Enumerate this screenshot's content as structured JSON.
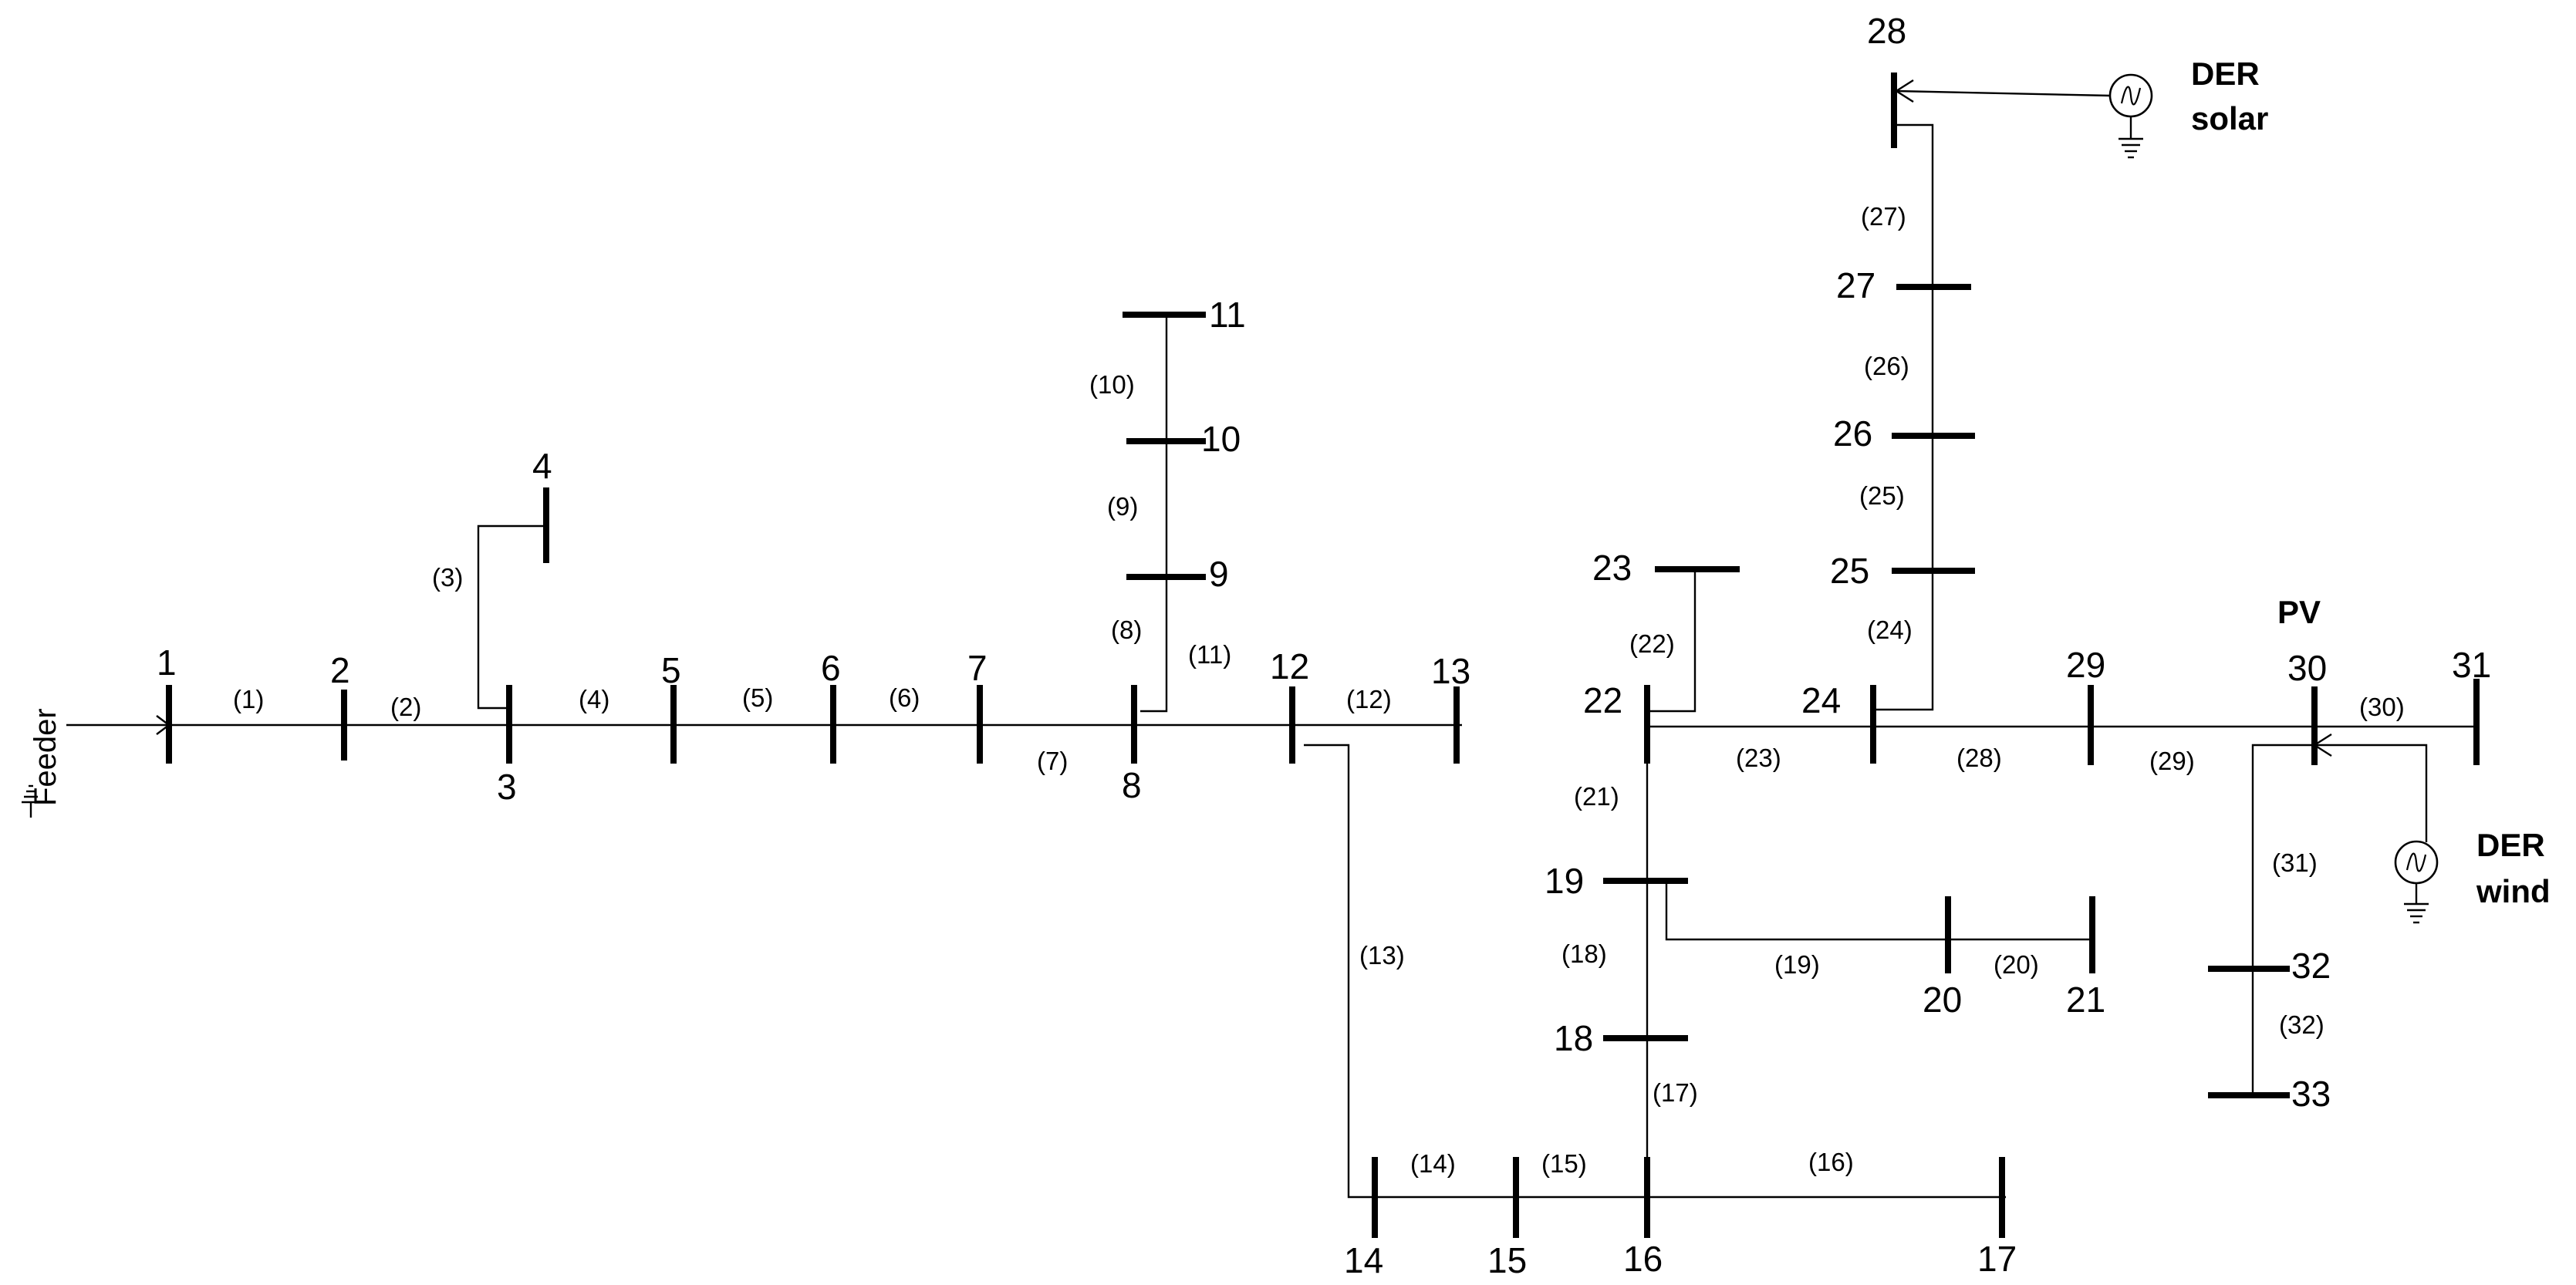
{
  "feeder": {
    "label": "Feeder"
  },
  "buses": [
    {
      "id": "1",
      "label": "1"
    },
    {
      "id": "2",
      "label": "2"
    },
    {
      "id": "3",
      "label": "3"
    },
    {
      "id": "4",
      "label": "4"
    },
    {
      "id": "5",
      "label": "5"
    },
    {
      "id": "6",
      "label": "6"
    },
    {
      "id": "7",
      "label": "7"
    },
    {
      "id": "8",
      "label": "8"
    },
    {
      "id": "9",
      "label": "9"
    },
    {
      "id": "10",
      "label": "10"
    },
    {
      "id": "11",
      "label": "11"
    },
    {
      "id": "12",
      "label": "12"
    },
    {
      "id": "13",
      "label": "13"
    },
    {
      "id": "14",
      "label": "14"
    },
    {
      "id": "15",
      "label": "15"
    },
    {
      "id": "16",
      "label": "16"
    },
    {
      "id": "17",
      "label": "17"
    },
    {
      "id": "18",
      "label": "18"
    },
    {
      "id": "19",
      "label": "19"
    },
    {
      "id": "20",
      "label": "20"
    },
    {
      "id": "21",
      "label": "21"
    },
    {
      "id": "22",
      "label": "22"
    },
    {
      "id": "23",
      "label": "23"
    },
    {
      "id": "24",
      "label": "24"
    },
    {
      "id": "25",
      "label": "25"
    },
    {
      "id": "26",
      "label": "26"
    },
    {
      "id": "27",
      "label": "27"
    },
    {
      "id": "28",
      "label": "28"
    },
    {
      "id": "29",
      "label": "29"
    },
    {
      "id": "30",
      "label": "30"
    },
    {
      "id": "31",
      "label": "31"
    },
    {
      "id": "32",
      "label": "32"
    },
    {
      "id": "33",
      "label": "33"
    }
  ],
  "branches": [
    {
      "id": "1",
      "label": "(1)",
      "from": "1",
      "to": "2"
    },
    {
      "id": "2",
      "label": "(2)",
      "from": "2",
      "to": "3"
    },
    {
      "id": "3",
      "label": "(3)",
      "from": "3",
      "to": "4"
    },
    {
      "id": "4",
      "label": "(4)",
      "from": "3",
      "to": "5"
    },
    {
      "id": "5",
      "label": "(5)",
      "from": "5",
      "to": "6"
    },
    {
      "id": "6",
      "label": "(6)",
      "from": "6",
      "to": "7"
    },
    {
      "id": "7",
      "label": "(7)",
      "from": "7",
      "to": "8"
    },
    {
      "id": "8",
      "label": "(8)",
      "from": "8",
      "to": "9"
    },
    {
      "id": "9",
      "label": "(9)",
      "from": "9",
      "to": "10"
    },
    {
      "id": "10",
      "label": "(10)",
      "from": "10",
      "to": "11"
    },
    {
      "id": "11",
      "label": "(11)",
      "from": "8",
      "to": "12"
    },
    {
      "id": "12",
      "label": "(12)",
      "from": "12",
      "to": "13"
    },
    {
      "id": "13",
      "label": "(13)",
      "from": "12",
      "to": "14"
    },
    {
      "id": "14",
      "label": "(14)",
      "from": "14",
      "to": "15"
    },
    {
      "id": "15",
      "label": "(15)",
      "from": "15",
      "to": "16"
    },
    {
      "id": "16",
      "label": "(16)",
      "from": "16",
      "to": "17"
    },
    {
      "id": "17",
      "label": "(17)",
      "from": "16",
      "to": "18"
    },
    {
      "id": "18",
      "label": "(18)",
      "from": "18",
      "to": "19"
    },
    {
      "id": "19",
      "label": "(19)",
      "from": "19",
      "to": "20"
    },
    {
      "id": "20",
      "label": "(20)",
      "from": "20",
      "to": "21"
    },
    {
      "id": "21",
      "label": "(21)",
      "from": "19",
      "to": "22"
    },
    {
      "id": "22",
      "label": "(22)",
      "from": "22",
      "to": "23"
    },
    {
      "id": "23",
      "label": "(23)",
      "from": "22",
      "to": "24"
    },
    {
      "id": "24",
      "label": "(24)",
      "from": "24",
      "to": "25"
    },
    {
      "id": "25",
      "label": "(25)",
      "from": "25",
      "to": "26"
    },
    {
      "id": "26",
      "label": "(26)",
      "from": "26",
      "to": "27"
    },
    {
      "id": "27",
      "label": "(27)",
      "from": "27",
      "to": "28"
    },
    {
      "id": "28",
      "label": "(28)",
      "from": "24",
      "to": "29"
    },
    {
      "id": "29",
      "label": "(29)",
      "from": "29",
      "to": "30"
    },
    {
      "id": "30",
      "label": "(30)",
      "from": "30",
      "to": "31"
    },
    {
      "id": "31",
      "label": "(31)",
      "from": "30",
      "to": "32"
    },
    {
      "id": "32",
      "label": "(32)",
      "from": "32",
      "to": "33"
    }
  ],
  "generators": [
    {
      "id": "solar",
      "line1": "DER",
      "line2": "solar",
      "bus": "28",
      "icon": "ac-generator-icon"
    },
    {
      "id": "wind",
      "line1": "DER",
      "line2": "wind",
      "bus": "30",
      "icon": "ac-generator-icon"
    }
  ],
  "pv_label": "PV"
}
